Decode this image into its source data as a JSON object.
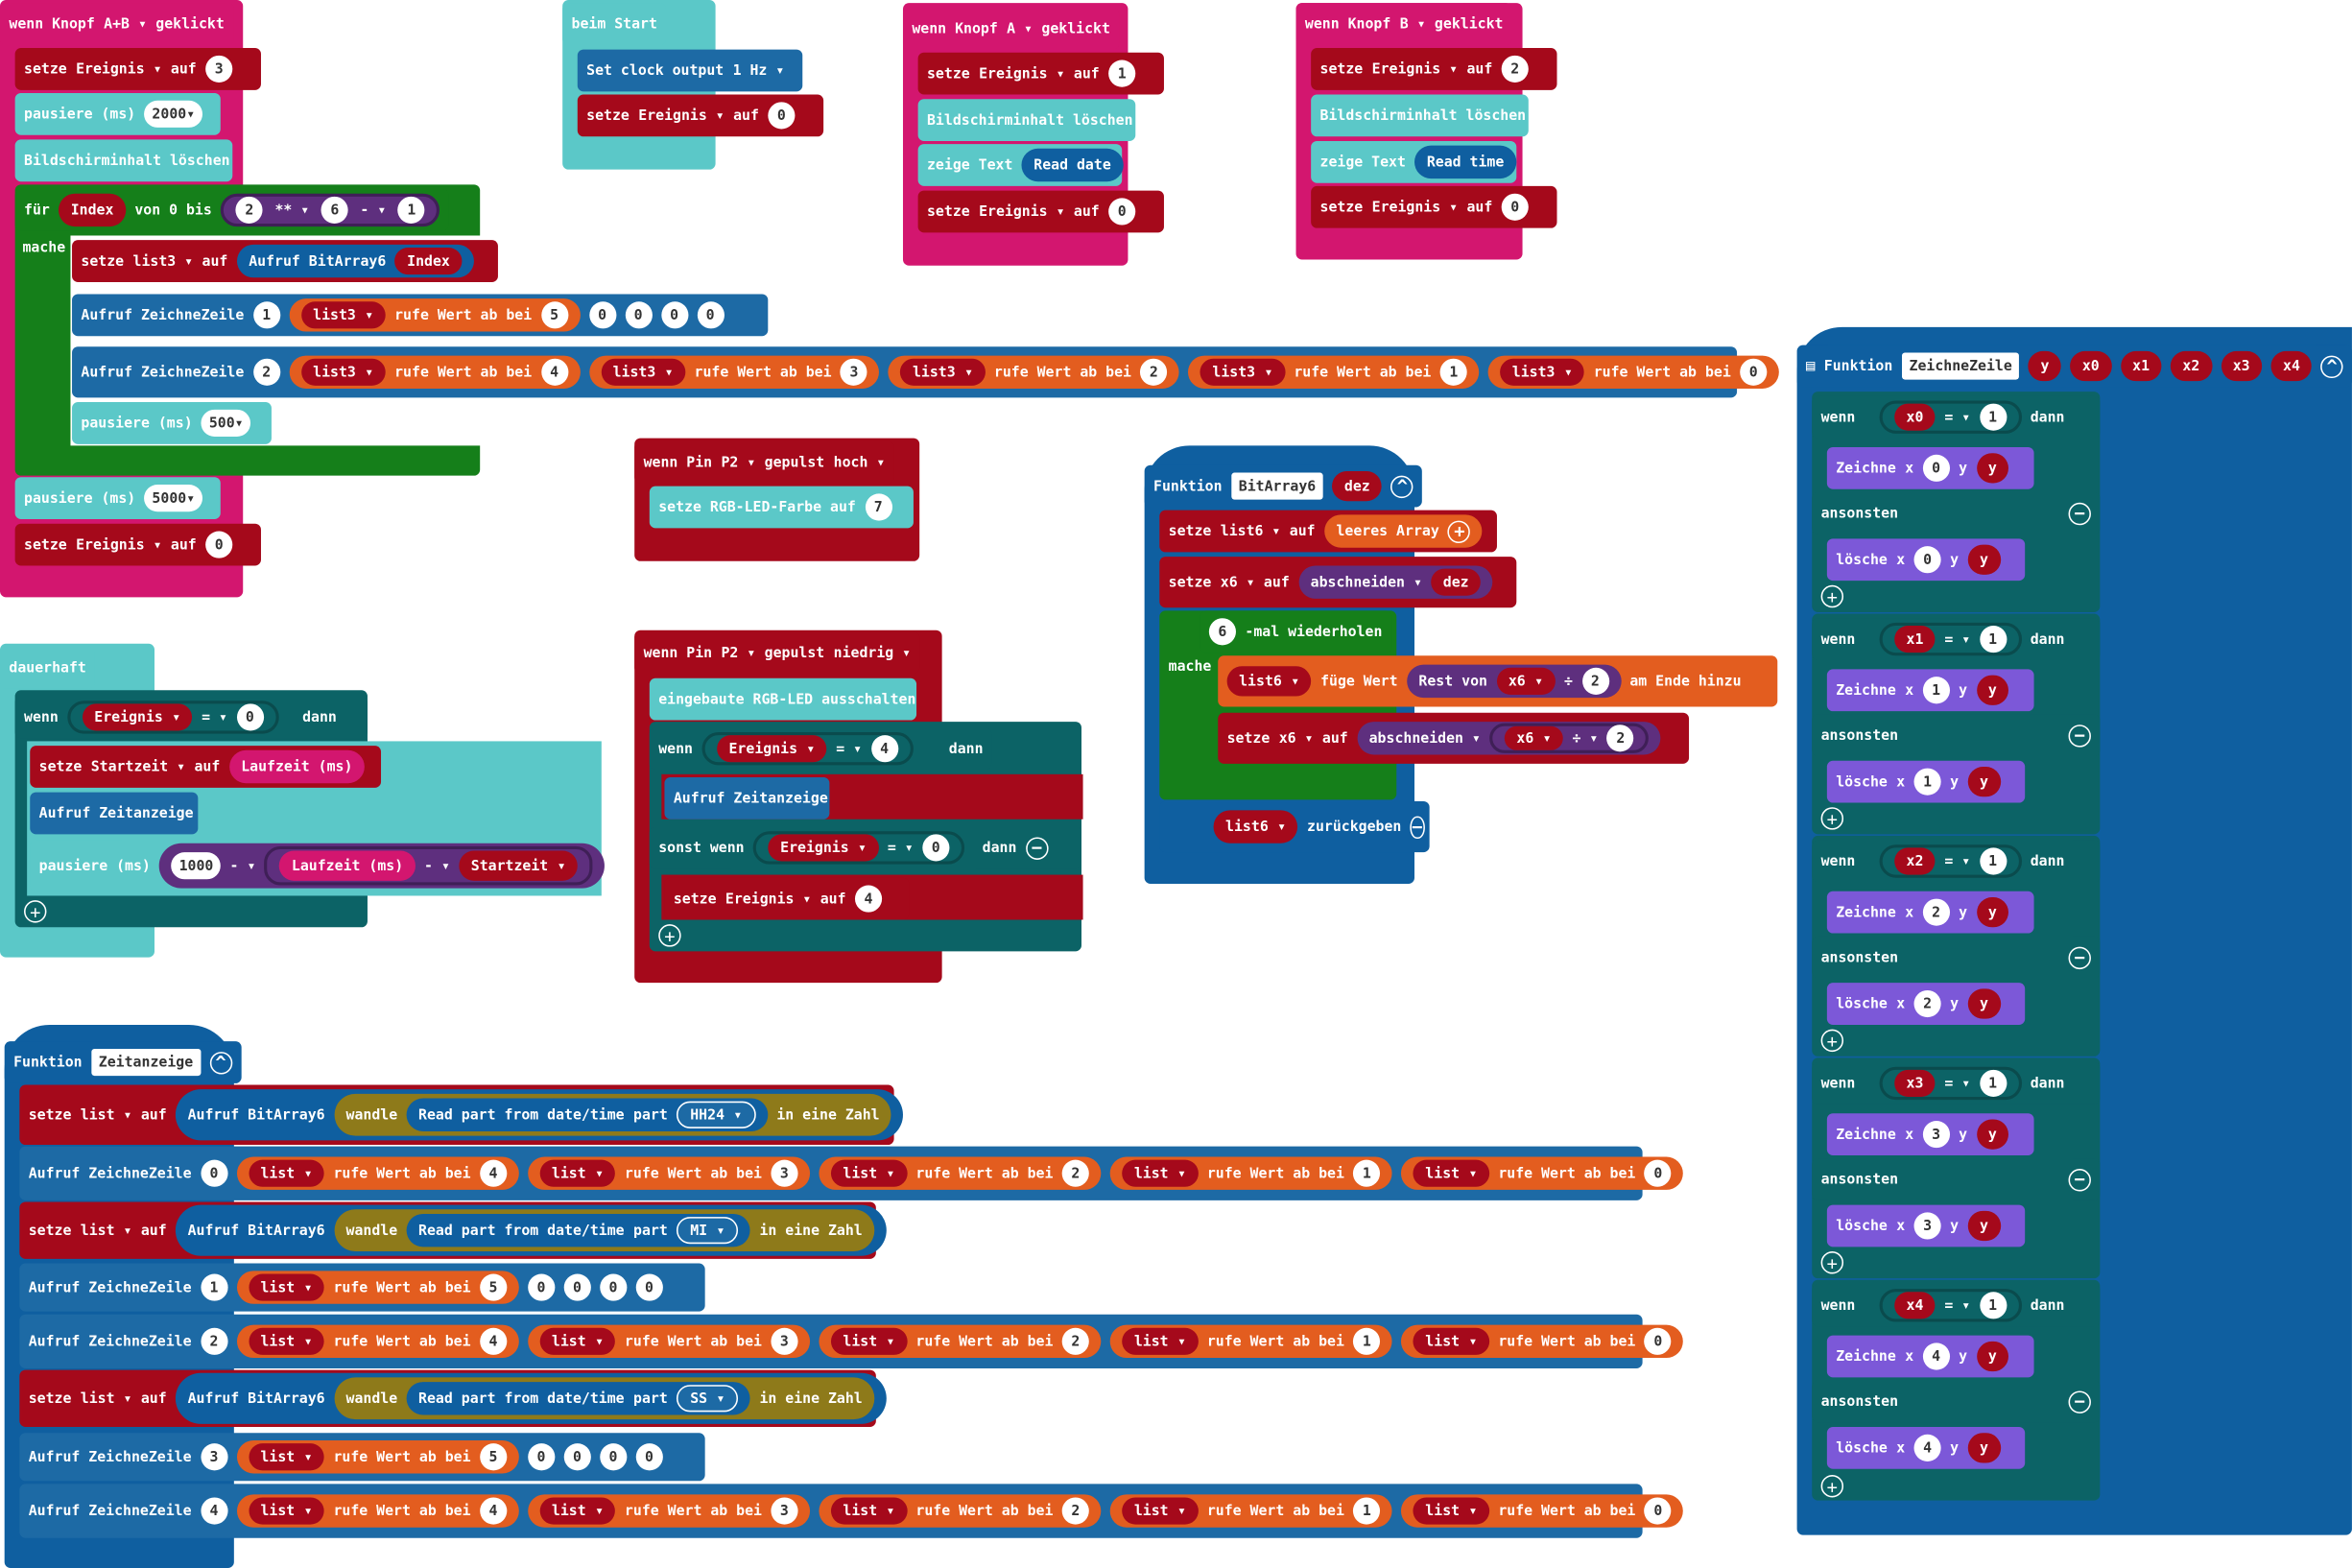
{
  "colors": {
    "event": "#d3166f",
    "variables": "#a5091b",
    "basic": "#5bc8c8",
    "loops": "#157f1a",
    "functions": "#0f5fa0",
    "logic": "#0c6366",
    "arrays": "#e35d1f",
    "math": "#5e2f7e",
    "led": "#7c58d8"
  },
  "common": {
    "setze": "setze",
    "auf": "auf",
    "dann": "dann",
    "wenn": "wenn",
    "ansonsten": "ansonsten",
    "funktion": "Funktion",
    "aufruf": "Aufruf ZeichneZeile",
    "rufe": "rufe Wert ab bei",
    "list3": "list3",
    "list": "list",
    "ereignis": "Ereignis",
    "pausiere": "pausiere (ms)",
    "clear": "Bildschirminhalt löschen",
    "zeige": "zeige Text",
    "eq": "=",
    "minus": "-",
    "mal": "-mal wiederholen",
    "mache": "mache",
    "aufruf_bitarray": "Aufruf BitArray6",
    "wandle": "wandle",
    "read_part": "Read part from date/time",
    "part": "part",
    "in_zahl": "in eine Zahl",
    "zeichne": "Zeichne",
    "loesche": "lösche",
    "x": "x",
    "y": "y"
  },
  "onAB": {
    "header": "wenn Knopf",
    "button": "A+B",
    "clicked": "geklickt",
    "ereignis_val": "3",
    "pause1": "2000",
    "for_label": "für",
    "for_var": "Index",
    "for_from": "von 0 bis",
    "pow_a": "2",
    "pow_op": "**",
    "pow_b": "6",
    "sub_op": "-",
    "sub_b": "1",
    "mache": "mache",
    "list3_call": "Aufruf BitArray6",
    "index": "Index",
    "row1": {
      "arg": "1",
      "idx": "5",
      "zeros": [
        "0",
        "0",
        "0",
        "0"
      ]
    },
    "row2": {
      "arg": "2",
      "idx": [
        "4",
        "3",
        "2",
        "1",
        "0"
      ]
    },
    "pause2": "500",
    "pause3": "5000",
    "final_val": "0"
  },
  "onStart": {
    "header": "beim Start",
    "clock": "Set clock output",
    "clock_val": "1 Hz",
    "ereignis_val": "0"
  },
  "onA": {
    "header": "wenn Knopf",
    "button": "A",
    "clicked": "geklickt",
    "v1": "1",
    "text": "Read date",
    "v2": "0"
  },
  "onB": {
    "header": "wenn Knopf",
    "button": "B",
    "clicked": "geklickt",
    "v1": "2",
    "text": "Read time",
    "v2": "0"
  },
  "pinHigh": {
    "header": "wenn Pin",
    "pin": "P2",
    "pulse": "gepulst",
    "level": "hoch",
    "rgb": "setze RGB-LED-Farbe auf",
    "rgb_val": "7"
  },
  "pinLow": {
    "header": "wenn Pin",
    "pin": "P2",
    "pulse": "gepulst",
    "level": "niedrig",
    "off": "eingebaute RGB-LED ausschalten",
    "cmp": "4",
    "call": "Aufruf Zeitanzeige",
    "elseif": "sonst wenn",
    "cmp2": "0",
    "setval": "4"
  },
  "forever": {
    "header": "dauerhaft",
    "cmp": "0",
    "startzeit": "Startzeit",
    "laufzeit": "Laufzeit (ms)",
    "call": "Aufruf Zeitanzeige",
    "p1000": "1000"
  },
  "bitarray": {
    "name": "BitArray6",
    "param": "dez",
    "list6": "list6",
    "empty": "leeres Array",
    "x6": "x6",
    "abs": "abschneiden",
    "repeat": "6",
    "append": "füge Wert",
    "rest": "Rest von",
    "div": "÷",
    "two": "2",
    "end": "am Ende hinzu",
    "ret": "zurückgeben"
  },
  "zeitanzeige": {
    "name": "Zeitanzeige",
    "parts": [
      "HH24",
      "MI",
      "SS"
    ],
    "rows": [
      {
        "arg": "0",
        "idx": [
          "4",
          "3",
          "2",
          "1",
          "0"
        ]
      },
      {
        "arg": "1",
        "idx": [
          "5"
        ],
        "zeros": [
          "0",
          "0",
          "0",
          "0"
        ]
      },
      {
        "arg": "2",
        "idx": [
          "4",
          "3",
          "2",
          "1",
          "0"
        ]
      },
      {
        "arg": "3",
        "idx": [
          "5"
        ],
        "zeros": [
          "0",
          "0",
          "0",
          "0"
        ]
      },
      {
        "arg": "4",
        "idx": [
          "4",
          "3",
          "2",
          "1",
          "0"
        ]
      }
    ]
  },
  "zeichne": {
    "name": "ZeichneZeile",
    "params": [
      "y",
      "x0",
      "x1",
      "x2",
      "x3",
      "x4"
    ],
    "vals": [
      "0",
      "1",
      "2",
      "3",
      "4"
    ]
  }
}
